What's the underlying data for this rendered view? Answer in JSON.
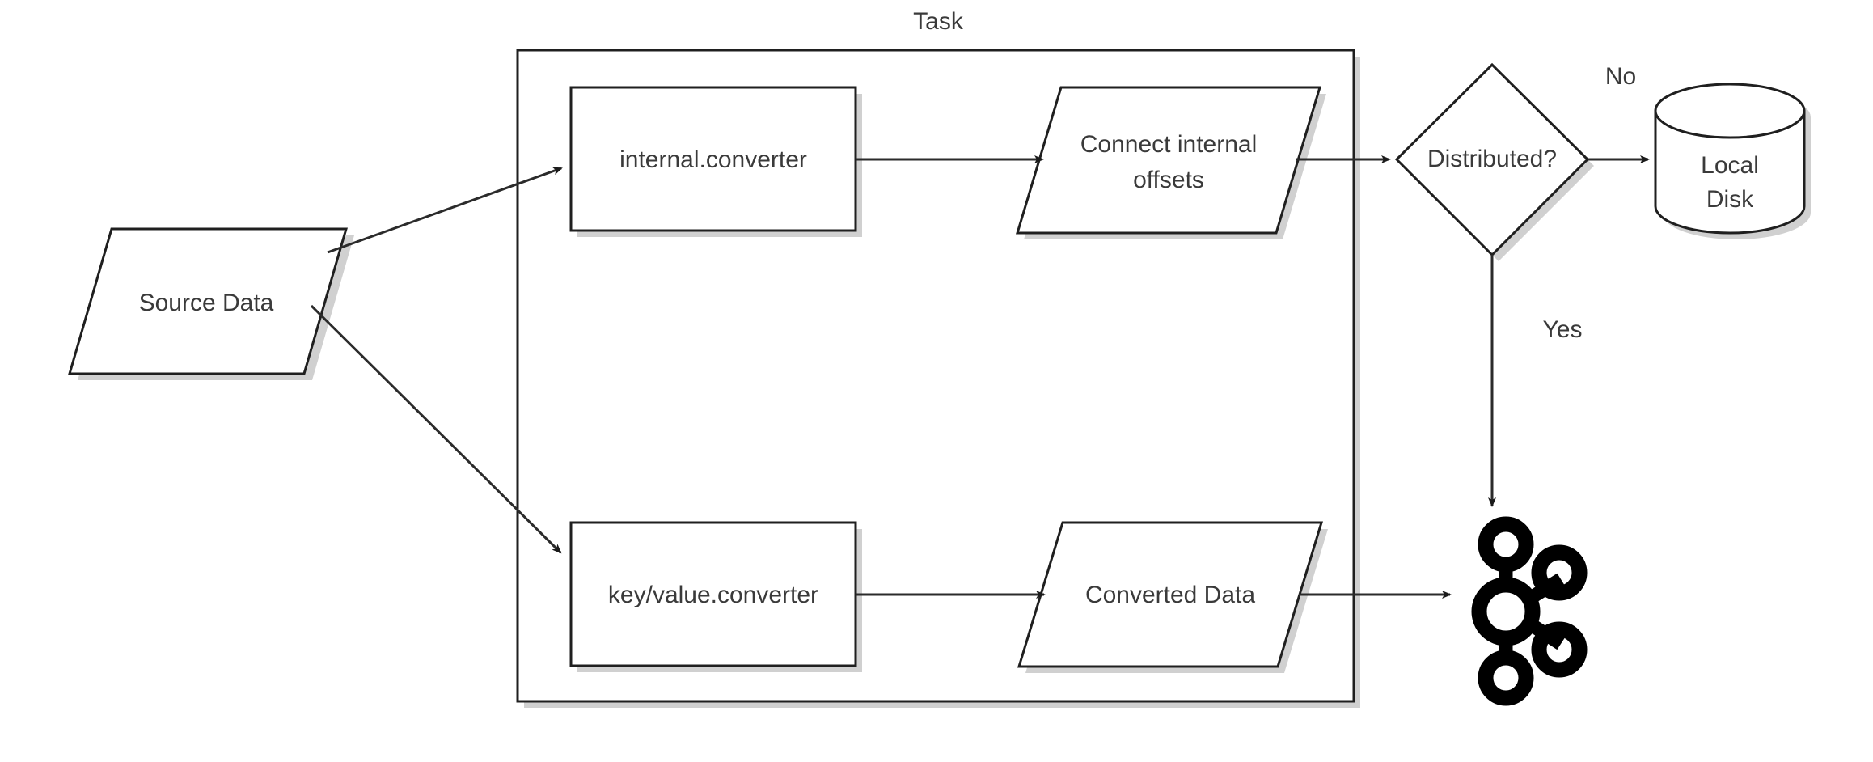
{
  "diagram": {
    "title_visible": false,
    "colors": {
      "shape_stroke": "#1f1f1f",
      "edge_stroke": "#2b2b2b",
      "text": "#3a3a3a",
      "shadow": "#c8c8c8",
      "logo": "#000000",
      "background": "#ffffff"
    },
    "group": {
      "label": "Task",
      "name": "task-container"
    },
    "nodes": [
      {
        "id": "source-data",
        "label": "Source Data",
        "shape": "parallelogram"
      },
      {
        "id": "internal-converter",
        "label": "internal.converter",
        "shape": "rectangle"
      },
      {
        "id": "key-value-converter",
        "label": "key/value.converter",
        "shape": "rectangle"
      },
      {
        "id": "connect-internal-offsets",
        "label_line1": "Connect internal",
        "label_line2": "offsets",
        "shape": "parallelogram"
      },
      {
        "id": "converted-data",
        "label": "Converted Data",
        "shape": "parallelogram"
      },
      {
        "id": "distributed-decision",
        "label": "Distributed?",
        "shape": "diamond"
      },
      {
        "id": "local-disk",
        "label_line1": "Local",
        "label_line2": "Disk",
        "shape": "cylinder"
      },
      {
        "id": "kafka-cluster",
        "label": "",
        "shape": "kafka-logo-icon"
      }
    ],
    "edges": [
      {
        "id": "source-to-internal",
        "from": "source-data",
        "to": "internal-converter",
        "label": ""
      },
      {
        "id": "source-to-keyvalue",
        "from": "source-data",
        "to": "key-value-converter",
        "label": ""
      },
      {
        "id": "internal-to-offsets",
        "from": "internal-converter",
        "to": "connect-internal-offsets",
        "label": ""
      },
      {
        "id": "keyvalue-to-converted",
        "from": "key-value-converter",
        "to": "converted-data",
        "label": ""
      },
      {
        "id": "offsets-to-distributed",
        "from": "connect-internal-offsets",
        "to": "distributed-decision",
        "label": ""
      },
      {
        "id": "distributed-to-localdisk",
        "from": "distributed-decision",
        "to": "local-disk",
        "label": "No"
      },
      {
        "id": "distributed-to-kafka",
        "from": "distributed-decision",
        "to": "kafka-cluster",
        "label": "Yes"
      },
      {
        "id": "converted-to-kafka",
        "from": "converted-data",
        "to": "kafka-cluster",
        "label": ""
      }
    ],
    "edge_labels": {
      "no": "No",
      "yes": "Yes"
    }
  }
}
